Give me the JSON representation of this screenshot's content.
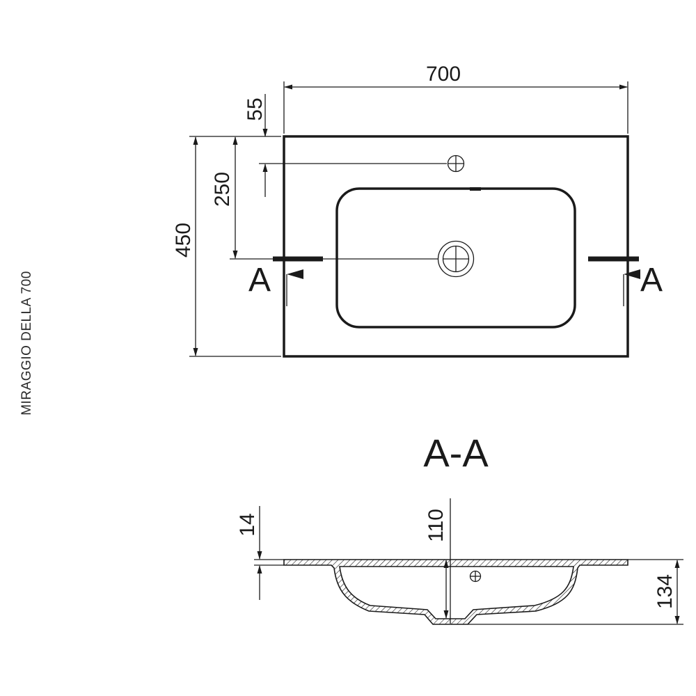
{
  "product_name": "MIRAGGIO DELLA 700",
  "top_view": {
    "width_label": "700",
    "depth_label": "450",
    "drain_offset_label": "250",
    "tap_hole_offset_label": "55",
    "section_marker_left": "A",
    "section_marker_right": "A"
  },
  "section_view": {
    "title": "A-A",
    "rim_thickness_label": "14",
    "bowl_depth_label": "110",
    "total_height_label": "134"
  },
  "colors": {
    "line": "#1a1a1a",
    "background": "#ffffff"
  }
}
